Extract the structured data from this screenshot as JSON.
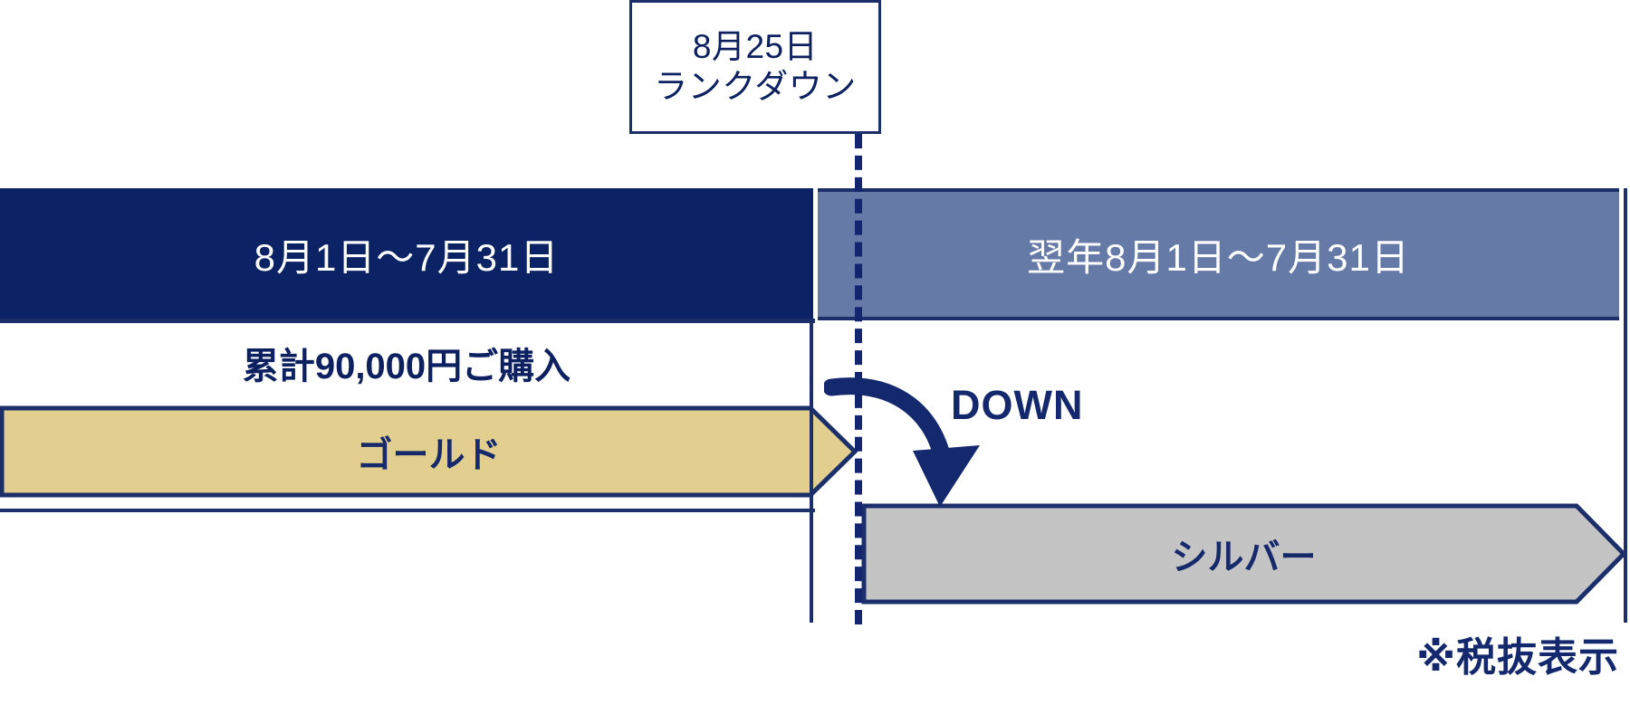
{
  "callout": {
    "line1": "8月25日",
    "line2": "ランクダウン",
    "border_color": "#1b2f6b",
    "text_color": "#0d2161"
  },
  "periods": {
    "current": {
      "label": "8月1日〜7月31日",
      "bg_color": "#0b2265",
      "text_color": "#ffffff"
    },
    "next": {
      "label": "翌年8月1日〜7月31日",
      "bg_color": "#667aa8",
      "text_color": "#ffffff"
    }
  },
  "purchase_note": {
    "text": "累計90,000円ご購入",
    "amount": "90,000",
    "currency": "円",
    "color": "#0d2161"
  },
  "ranks": {
    "from": {
      "label": "ゴールド",
      "fill_color": "#e2cf8f",
      "stroke_color": "#1b2f6b",
      "text_color": "#15296b"
    },
    "to": {
      "label": "シルバー",
      "fill_color": "#c4c4c4",
      "stroke_color": "#1b2f6b",
      "text_color": "#15296b"
    }
  },
  "transition": {
    "label": "DOWN",
    "direction": "down",
    "arrow_icon": "curved-down-arrow-icon",
    "color": "#14286d"
  },
  "footnote": {
    "text": "※税抜表示",
    "color": "#14286d"
  },
  "divider": {
    "style": "dashed",
    "color": "#13256e"
  }
}
